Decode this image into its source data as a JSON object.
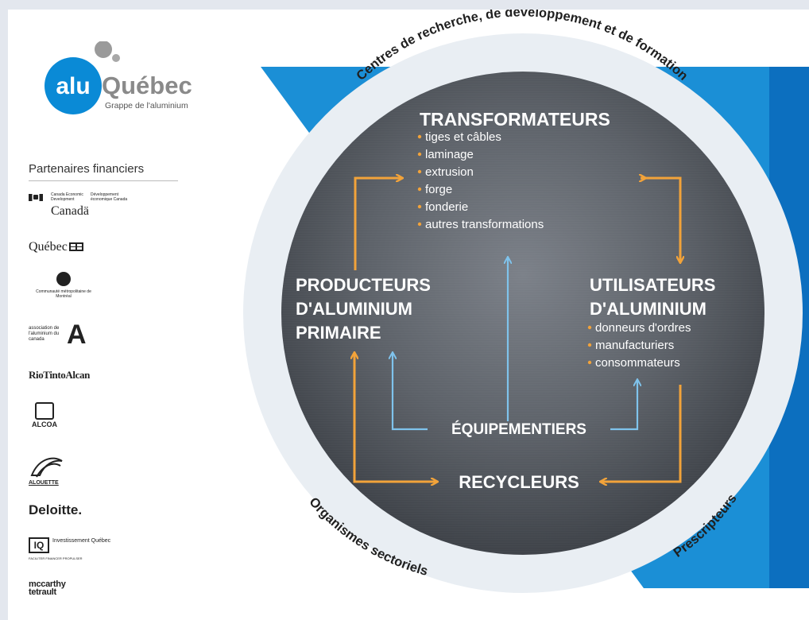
{
  "logo": {
    "alu": "alu",
    "quebec": "Québec",
    "tagline": "Grappe de l'aluminium"
  },
  "sidebar": {
    "title": "Partenaires financiers",
    "canada": {
      "line1": "Canada Economic Development",
      "line2": "Développement économique Canada",
      "word": "Canadä"
    },
    "quebec": "Québec",
    "cmm": "Communauté métropolitaine de Montréal",
    "aac": {
      "small": "association de l'aluminium du canada",
      "big": "A"
    },
    "riotinto": "RioTintoAlcan",
    "alcoa": "ALCOA",
    "alouette": "ALOUETTE",
    "deloitte": "Deloitte.",
    "iq": {
      "mark": "IQ",
      "name": "Investissement Québec",
      "tag": "FACILITER FINANCER PROPULSER"
    },
    "mccarthy": {
      "line1": "mccarthy",
      "line2": "tetrault"
    }
  },
  "ring": {
    "top": "Centres de recherche, de développement et de formation",
    "bottom_left": "Organismes sectoriels",
    "bottom_right": "Prescripteurs"
  },
  "nodes": {
    "transformateurs": {
      "title": "TRANSFORMATEURS",
      "items": [
        "tiges et câbles",
        "laminage",
        "extrusion",
        "forge",
        "fonderie",
        "autres transformations"
      ]
    },
    "producteurs": {
      "line1": "PRODUCTEURS",
      "line2": "D'ALUMINIUM",
      "line3": "PRIMAIRE"
    },
    "utilisateurs": {
      "line1": "UTILISATEURS",
      "line2": "D'ALUMINIUM",
      "items": [
        "donneurs d'ordres",
        "manufacturiers",
        "consommateurs"
      ]
    },
    "equipementiers": "ÉQUIPEMENTIERS",
    "recycleurs": "RECYCLEURS"
  },
  "colors": {
    "brand_blue": "#0a8ad6",
    "orange": "#f2a33a",
    "light_blue": "#7fc3ec",
    "ring": "#e9eef3",
    "core": "#555a62"
  }
}
